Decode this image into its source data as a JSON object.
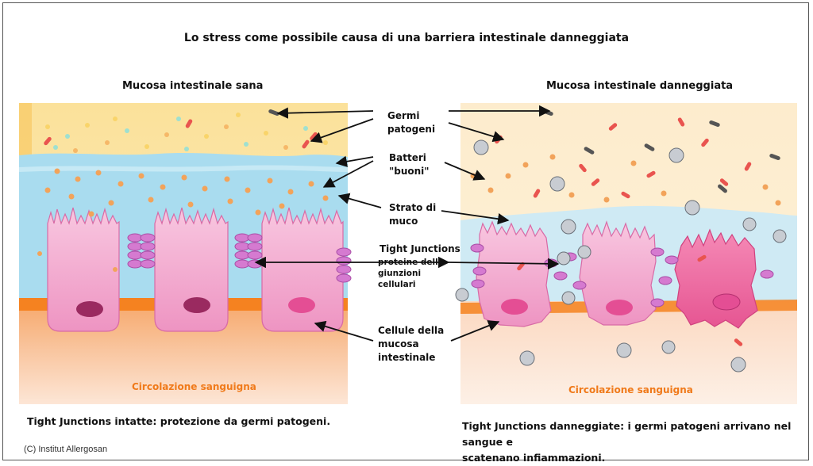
{
  "title": "Lo stress come possibile causa di una barriera intestinale danneggiata",
  "left_panel": {
    "heading": "Mucosa intestinale sana",
    "circulation": "Circolazione sanguigna",
    "caption": "Tight Junctions intatte: protezione da germi patogeni."
  },
  "right_panel": {
    "heading": "Mucosa intestinale danneggiata",
    "circulation": "Circolazione sanguigna",
    "caption_line1": "Tight Junctions danneggiate: i germi patogeni arrivano nel sangue e",
    "caption_line2": "scatenano infiammazioni."
  },
  "labels": {
    "germs_line1": "Germi",
    "germs_line2": "patogeni",
    "good_bacteria_line1": "Batteri",
    "good_bacteria_line2": "\"buoni\"",
    "mucus_line1": "Strato di",
    "mucus_line2": "muco",
    "tight_junctions": "Tight Junctions",
    "tj_sub_line1": "proteine delle",
    "tj_sub_line2": "giunzioni",
    "tj_sub_line3": "cellulari",
    "cells_line1": "Cellule della",
    "cells_line2": "mucosa",
    "cells_line3": "intestinale"
  },
  "copyright": "(C) Institut Allergosan",
  "colors": {
    "lumen": "#fbe6a6",
    "mucus": "#a9dcef",
    "cell": "#f7b5d5",
    "nucleus_dark": "#9a2a60",
    "nucleus_light": "#e44e94",
    "junction": "#d57ad0",
    "blood_band": "#f58220",
    "blood_tissue": "#fde1c8",
    "circulation_text": "#f07a1a"
  }
}
